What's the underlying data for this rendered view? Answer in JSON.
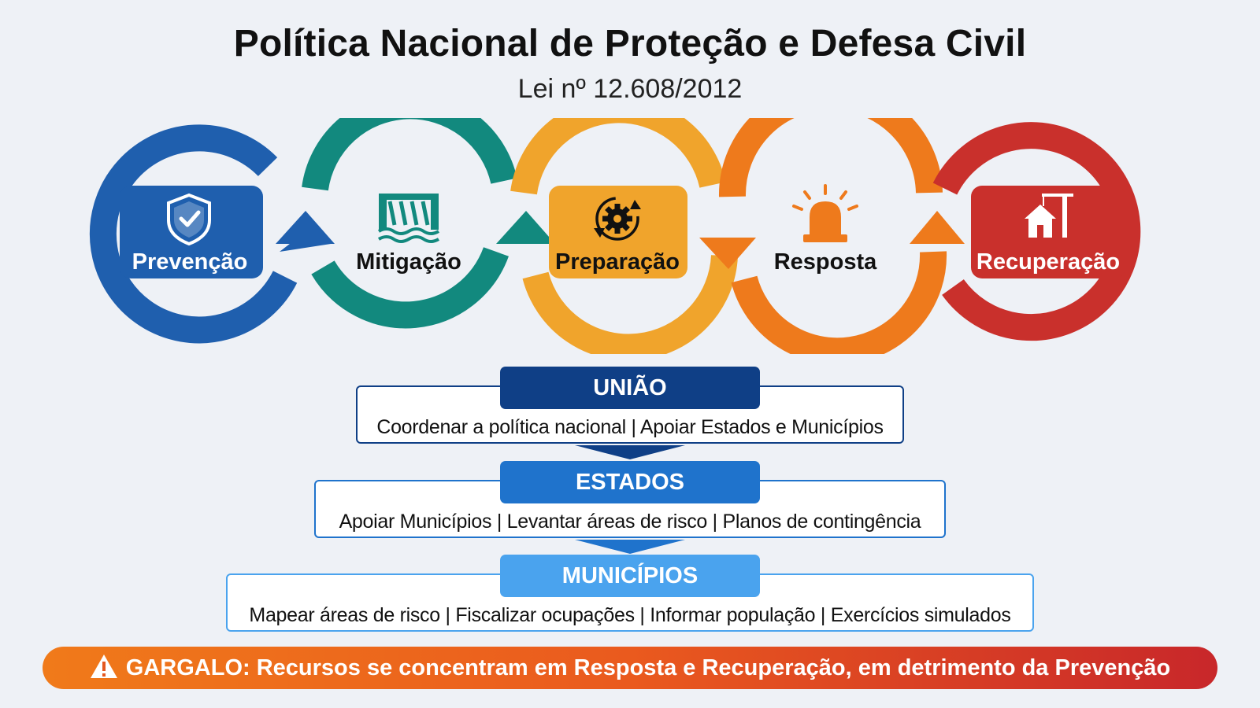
{
  "header": {
    "title": "Política Nacional de Proteção e Defesa Civil",
    "subtitle": "Lei nº 12.608/2012"
  },
  "cycle": {
    "phases": [
      {
        "label": "Prevenção",
        "icon": "shield-check-icon",
        "color": "#1f5fae"
      },
      {
        "label": "Mitigação",
        "icon": "dam-water-icon",
        "color": "#12897e"
      },
      {
        "label": "Preparação",
        "icon": "gear-cycle-icon",
        "color": "#f0a42c"
      },
      {
        "label": "Resposta",
        "icon": "siren-icon",
        "color": "#ee7a1c"
      },
      {
        "label": "Recuperação",
        "icon": "house-crane-icon",
        "color": "#c9302c"
      }
    ]
  },
  "levels": [
    {
      "name": "UNIÃO",
      "text": "Coordenar a política nacional | Apoiar Estados e Municípios",
      "color": "#0f3f86"
    },
    {
      "name": "ESTADOS",
      "text": "Apoiar Municípios | Levantar áreas de risco | Planos de contingência",
      "color": "#1f73cc"
    },
    {
      "name": "MUNICÍPIOS",
      "text": "Mapear áreas de risco | Fiscalizar ocupações | Informar população | Exercícios simulados",
      "color": "#4aa3ee"
    }
  ],
  "warning": {
    "text": "GARGALO: Recursos se concentram em Resposta e Recuperação, em detrimento da Prevenção",
    "icon": "warning-triangle-icon"
  }
}
